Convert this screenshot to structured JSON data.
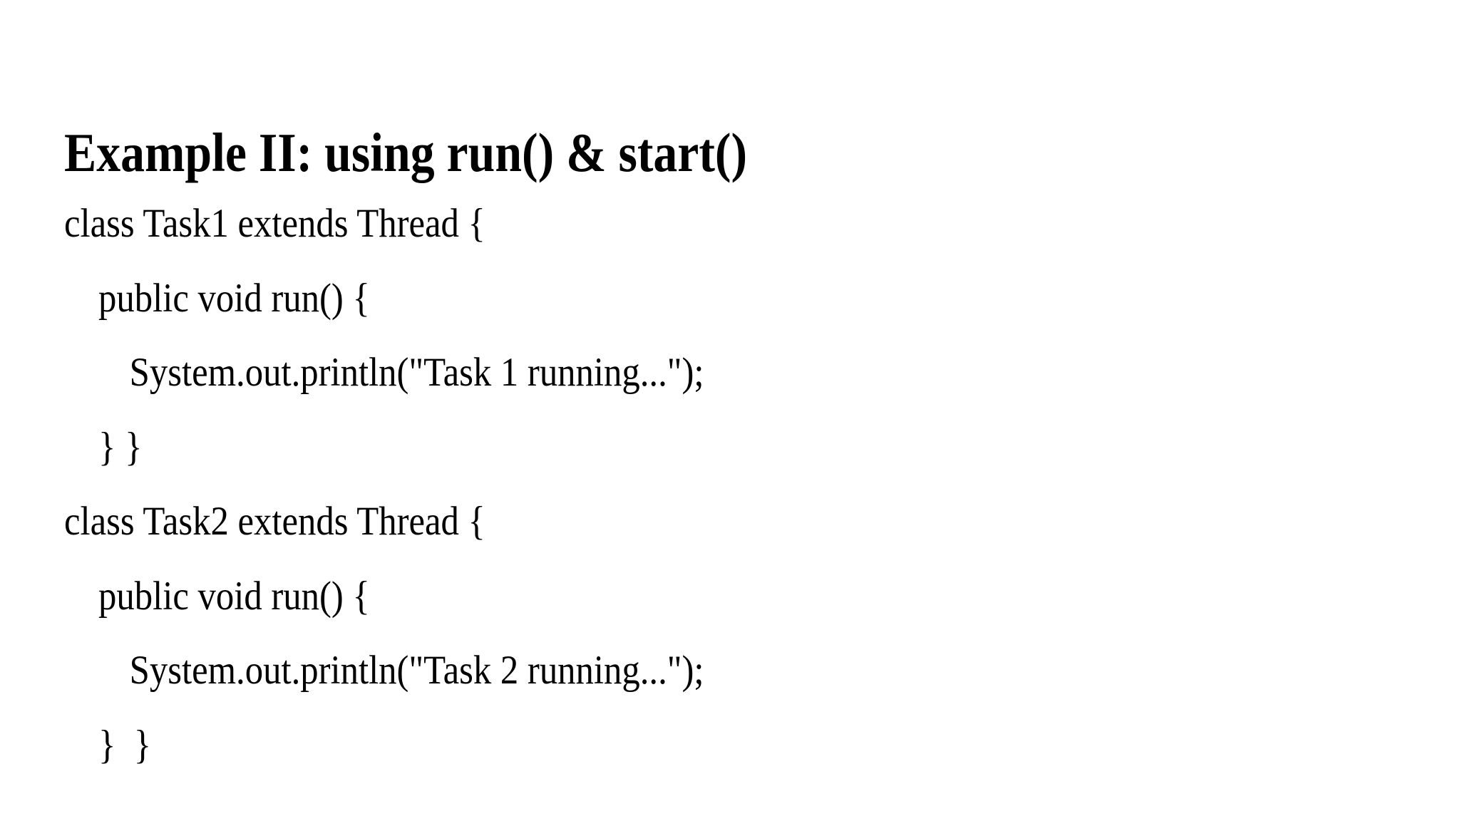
{
  "slide": {
    "background_color": "#ffffff",
    "text_color": "#000000",
    "title": "Example II: using run() & start()"
  },
  "code": {
    "language": "java",
    "lines": [
      {
        "text": "class Task1 extends Thread {",
        "indent": 0
      },
      {
        "text": "public void run() {",
        "indent": 1
      },
      {
        "text": "System.out.println(\"Task 1 running...\");",
        "indent": 2
      },
      {
        "text": "} }",
        "indent": 1
      },
      {
        "text": "class Task2 extends Thread {",
        "indent": 0
      },
      {
        "text": "public void run() {",
        "indent": 1
      },
      {
        "text": "System.out.println(\"Task 2 running...\");",
        "indent": 2
      },
      {
        "text": "}  }",
        "indent": 1
      }
    ]
  }
}
